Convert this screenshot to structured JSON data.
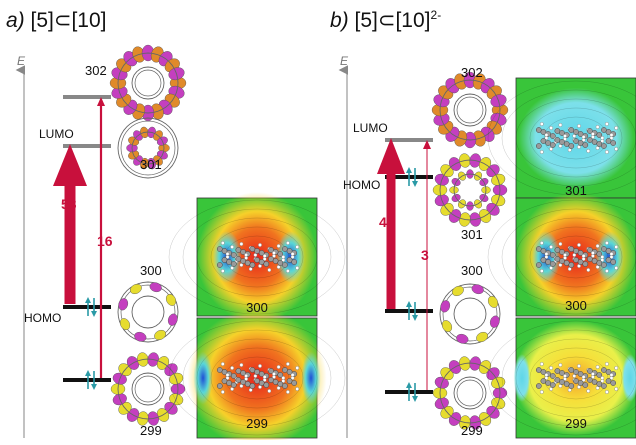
{
  "panel_a": {
    "letter": "a)",
    "formula": "[5]⊂[10]",
    "superscript": "",
    "axis_label": "E",
    "orbitals": [
      "302",
      "301",
      "300",
      "299"
    ],
    "lumo_label": "LUMO",
    "homo_label": "HOMO",
    "transition_big": "53",
    "transition_small": "16",
    "map_labels": [
      "300",
      "299"
    ]
  },
  "panel_b": {
    "letter": "b)",
    "formula": "[5]⊂[10]",
    "superscript": "2-",
    "axis_label": "E",
    "orbitals": [
      "302",
      "301",
      "300",
      "299"
    ],
    "lumo_label": "LUMO",
    "homo_label": "HOMO",
    "transition_big": "45",
    "transition_small": "3",
    "map_labels": [
      "301",
      "300",
      "299"
    ]
  },
  "colors": {
    "arrow": "#c8103c",
    "level": "#111111",
    "level_unoccupied": "#888888",
    "spin": "#2a9aa6",
    "lobe_orange": "#e08a2a",
    "lobe_magenta": "#c43fbf",
    "lobe_yellow": "#e6dc2e",
    "map_green": "#39c53a"
  }
}
